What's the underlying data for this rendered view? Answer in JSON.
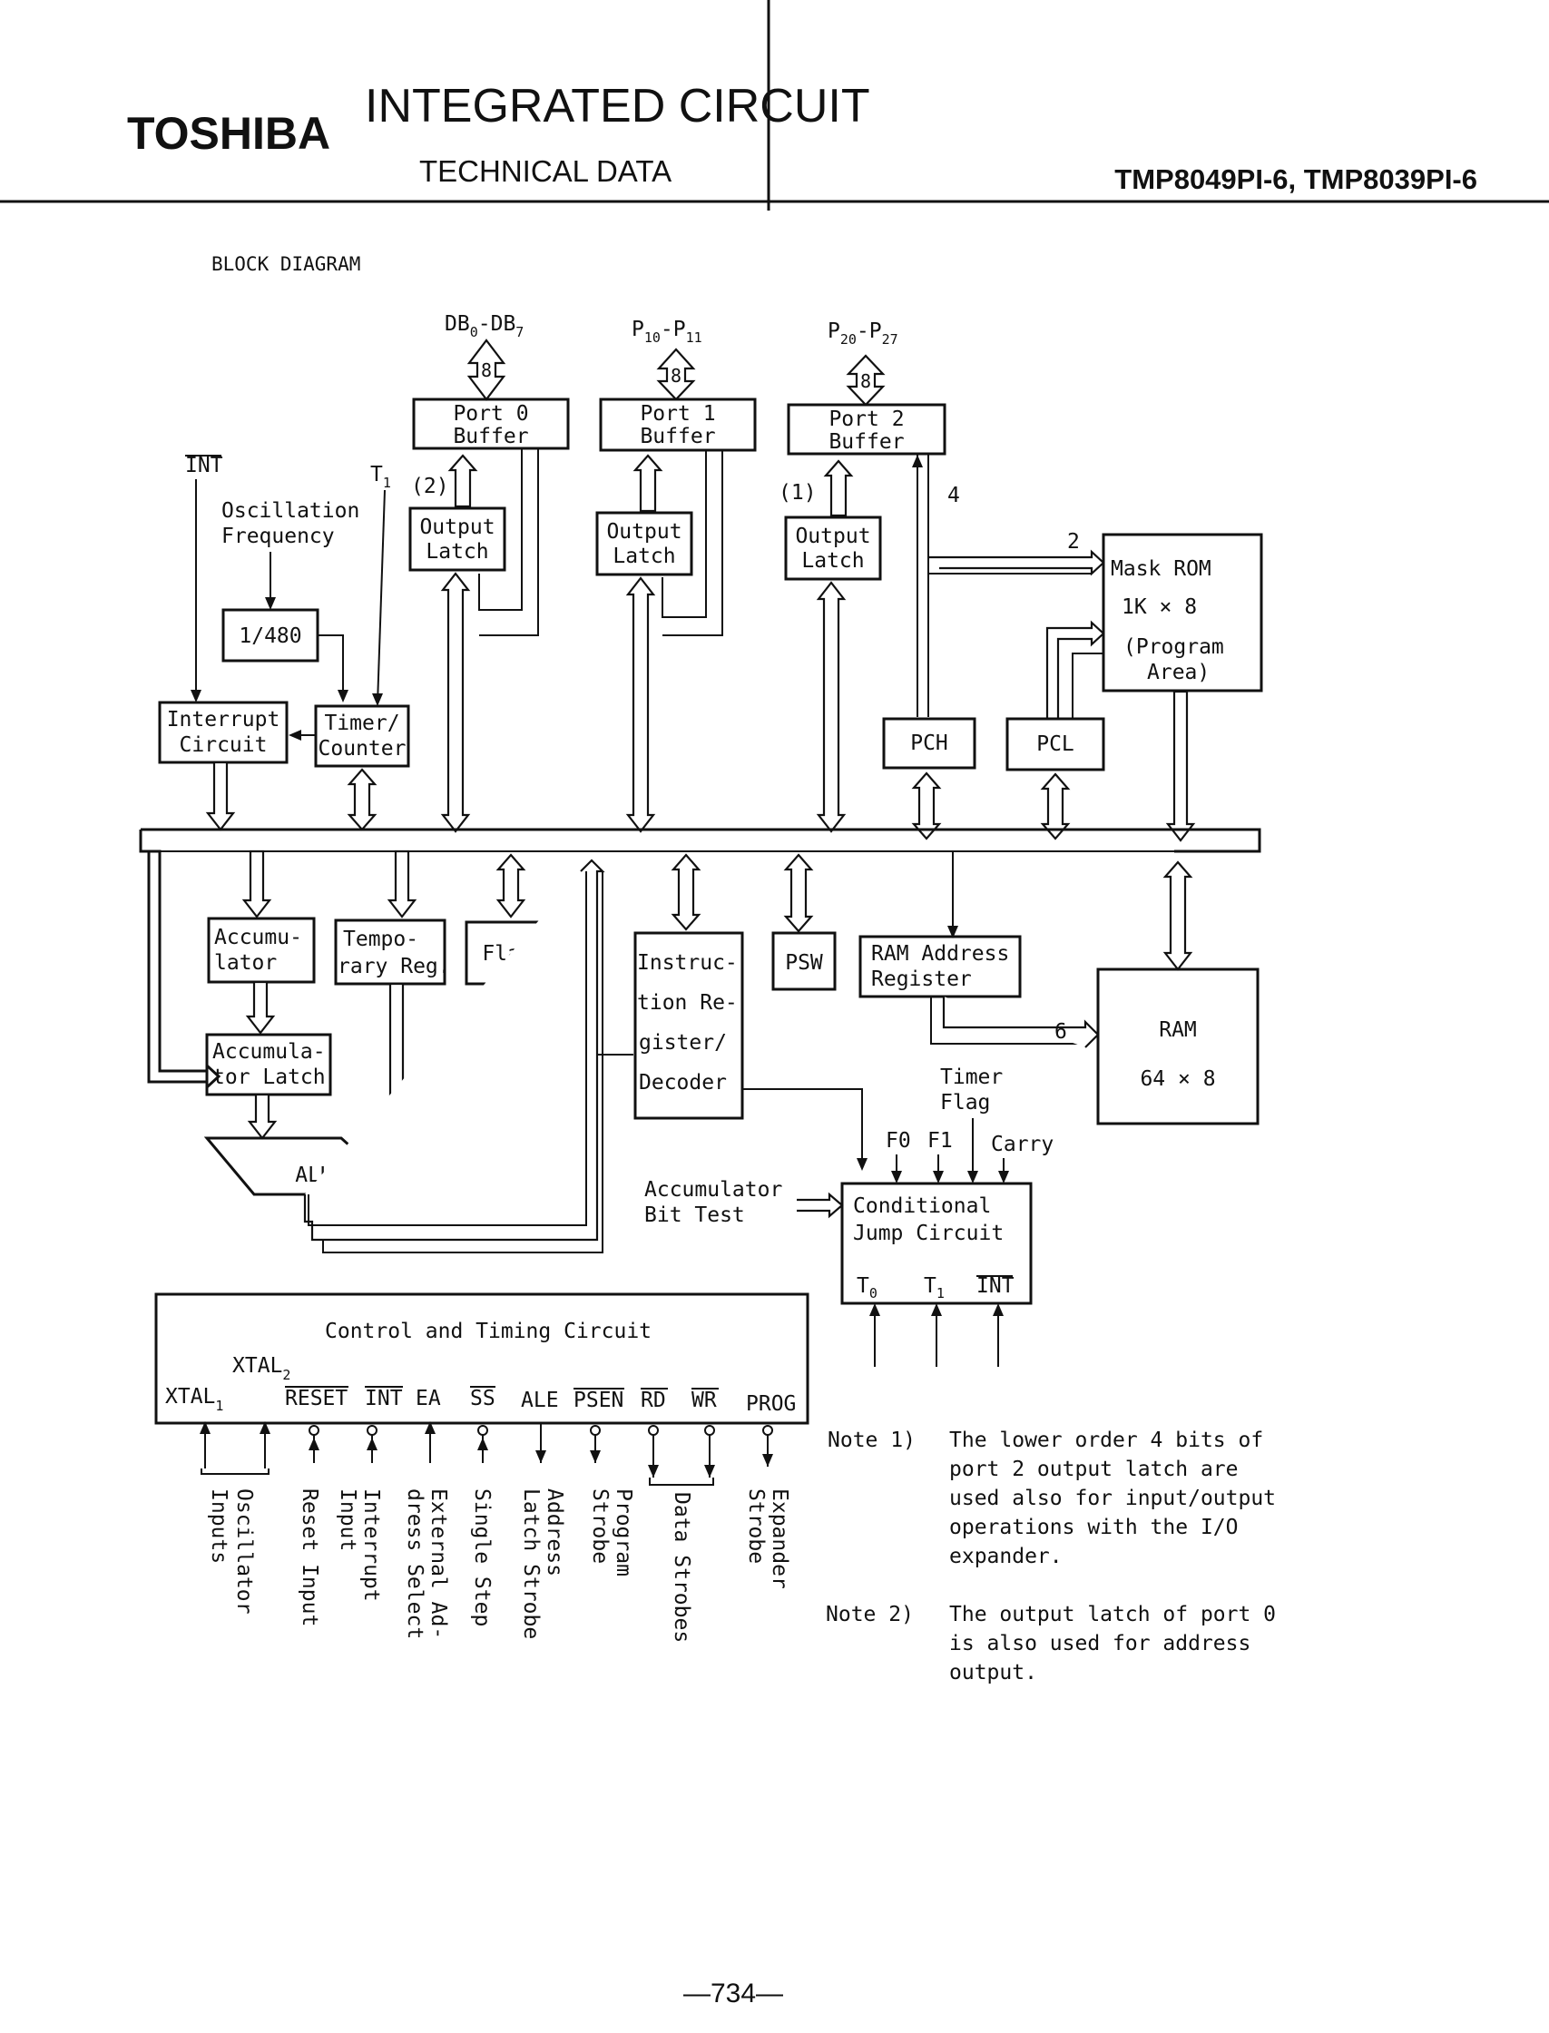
{
  "header": {
    "brand": "TOSHIBA",
    "title": "INTEGRATED CIRCUIT",
    "subtitle": "TECHNICAL DATA",
    "part_numbers": "TMP8049PI-6, TMP8039PI-6"
  },
  "section_title": "BLOCK DIAGRAM",
  "ports": {
    "db": {
      "name": "DB",
      "from": "0",
      "to": "7",
      "width": "8"
    },
    "p1": {
      "name": "P",
      "from": "10",
      "to": "11",
      "width": "8"
    },
    "p2": {
      "name": "P",
      "from": "20",
      "to": "27",
      "width": "8"
    }
  },
  "blocks": {
    "port0_buffer": [
      "Port 0",
      "Buffer"
    ],
    "port1_buffer": [
      "Port 1",
      "Buffer"
    ],
    "port2_buffer": [
      "Port 2",
      "Buffer"
    ],
    "output_latch": [
      "Output",
      "Latch"
    ],
    "mask_rom": [
      "Mask ROM",
      "1K × 8",
      "(Program",
      "Area)"
    ],
    "divider": "1/480",
    "interrupt_circuit": [
      "Interrupt",
      "Circuit"
    ],
    "timer_counter": [
      "Timer/",
      "Counter"
    ],
    "pch": "PCH",
    "pcl": "PCL",
    "accumulator": [
      "Accumu-",
      "lator"
    ],
    "temporary_reg": [
      "Tempo-",
      "rary Reg."
    ],
    "flags": "Flags",
    "instruction_register": [
      "Instruc-",
      "tion Re-",
      "gister/",
      "Decoder"
    ],
    "psw": "PSW",
    "ram_address_register": [
      "RAM Address",
      "Register"
    ],
    "ram": [
      "RAM",
      "64 × 8"
    ],
    "accumulator_latch": [
      "Accumula-",
      "tor Latch"
    ],
    "alu": "ALU",
    "conditional_jump": [
      "Conditional",
      "Jump Circuit"
    ],
    "control_timing": "Control and Timing Circuit"
  },
  "labels": {
    "int": "INT",
    "t1": "T",
    "t1_sub": "1",
    "oscillation": [
      "Oscillation",
      "Frequency"
    ],
    "note_ref_2": "(2)",
    "note_ref_1": "(1)",
    "bits_4": "4",
    "bits_2": "2",
    "bits_6": "6",
    "timer_flag": [
      "Timer",
      "Flag"
    ],
    "f0": "F0",
    "f1": "F1",
    "carry": "Carry",
    "accumulator_bit_test": [
      "Accumulator",
      "Bit Test"
    ],
    "cj_t0": "T",
    "cj_t0_sub": "0",
    "cj_t1": "T",
    "cj_t1_sub": "1",
    "cj_int": "INT"
  },
  "control_pins": {
    "xtal2": "XTAL",
    "xtal2_sub": "2",
    "xtal1": "XTAL",
    "xtal1_sub": "1",
    "reset": "RESET",
    "int": "INT",
    "ea": "EA",
    "ss": "SS",
    "ale": "ALE",
    "psen": "PSEN",
    "rd": "RD",
    "wr": "WR",
    "prog": "PROG"
  },
  "pin_descriptions": {
    "osc": [
      "Oscillator",
      "Inputs"
    ],
    "reset": "Reset Input",
    "interrupt": [
      "Interrupt",
      "Input"
    ],
    "ext": [
      "External Ad-",
      "dress Select"
    ],
    "single_step": "Single Step",
    "address_latch": [
      "Address",
      "Latch Strobe"
    ],
    "program_strobe": [
      "Program",
      "Strobe"
    ],
    "data_strobes": "Data Strobes",
    "expander_strobe": [
      "Expander",
      "Strobe"
    ]
  },
  "notes": {
    "note1_label": "Note 1)",
    "note1": [
      "The lower order 4 bits of",
      "port 2 output latch are",
      "used also for input/output",
      "operations with the I/O",
      "expander."
    ],
    "note2_label": "Note 2)",
    "note2": [
      "The output latch of port 0",
      "is also used for address",
      "output."
    ]
  },
  "page_number": "—734—"
}
